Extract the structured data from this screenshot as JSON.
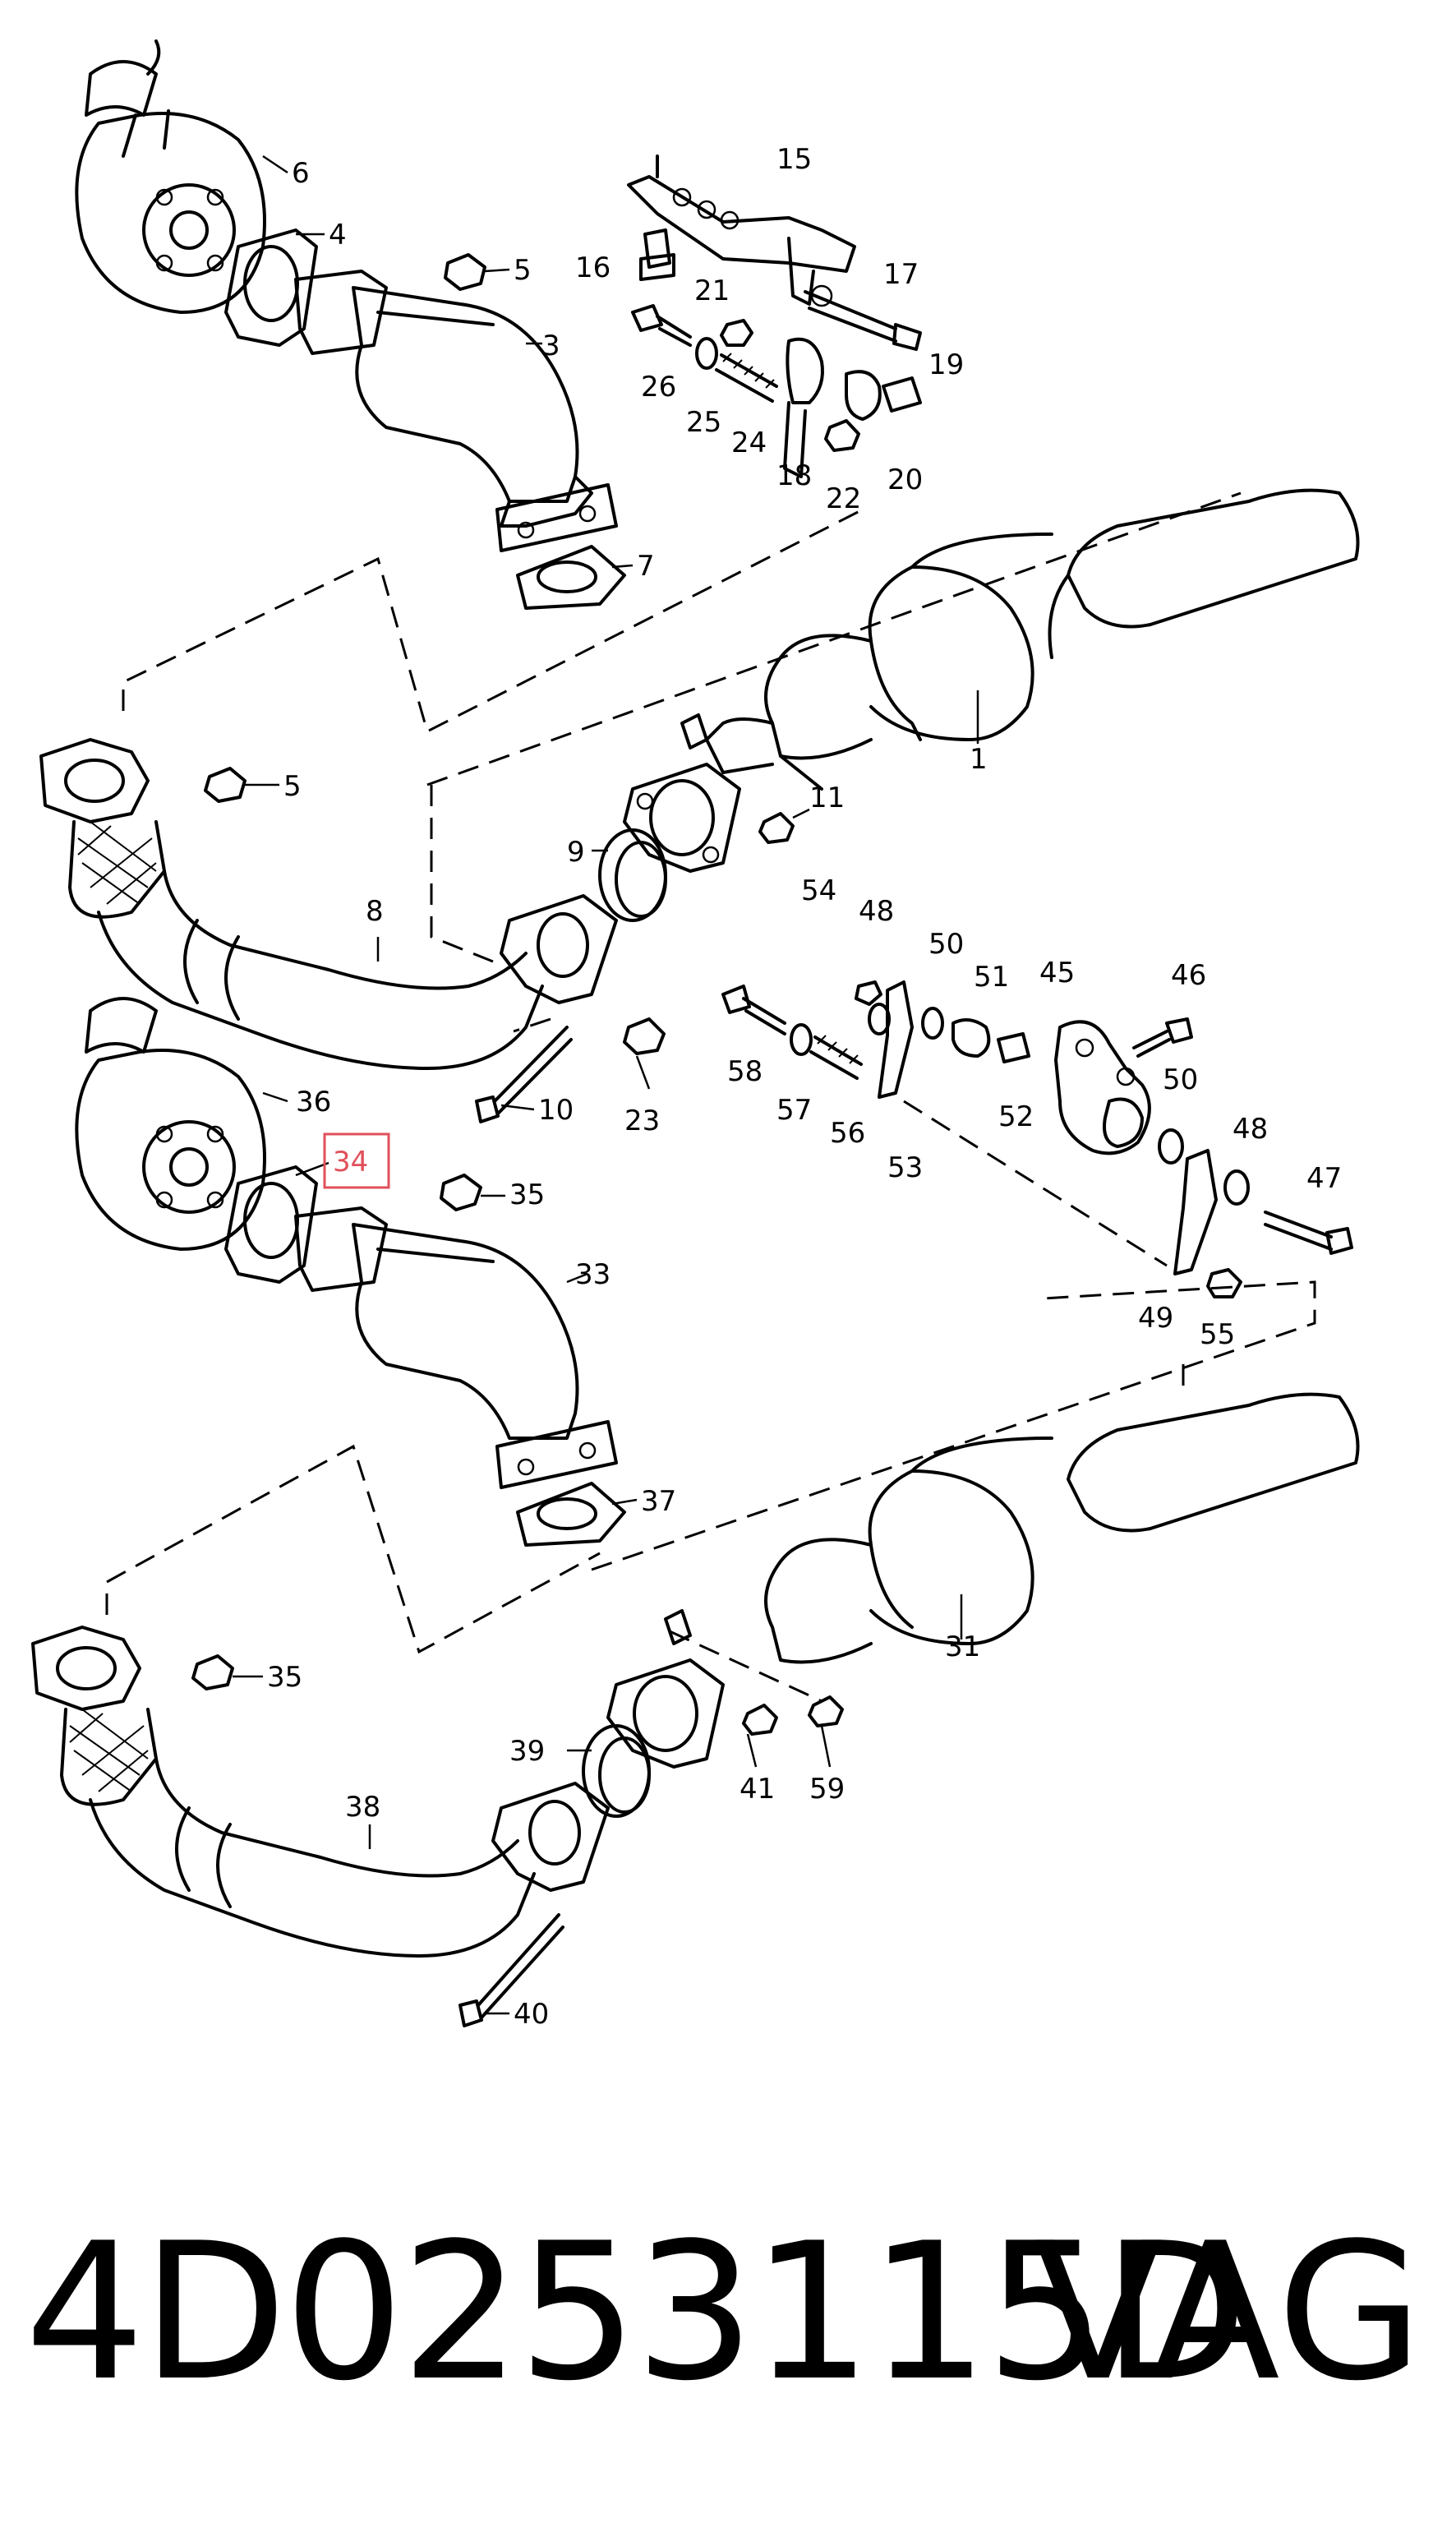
{
  "callouts": {
    "c1": "1",
    "c3": "3",
    "c4": "4",
    "c5a": "5",
    "c5b": "5",
    "c6": "6",
    "c7": "7",
    "c8": "8",
    "c9": "9",
    "c10": "10",
    "c11": "11",
    "c15": "15",
    "c16": "16",
    "c17": "17",
    "c18": "18",
    "c19": "19",
    "c20": "20",
    "c21": "21",
    "c22": "22",
    "c23": "23",
    "c24": "24",
    "c25": "25",
    "c26": "26",
    "c31": "31",
    "c33": "33",
    "c34": "34",
    "c35a": "35",
    "c35b": "35",
    "c36": "36",
    "c37": "37",
    "c38": "38",
    "c39": "39",
    "c40": "40",
    "c41": "41",
    "c45": "45",
    "c46": "46",
    "c47": "47",
    "c48a": "48",
    "c48b": "48",
    "c49": "49",
    "c50a": "50",
    "c50b": "50",
    "c51": "51",
    "c52": "52",
    "c53": "53",
    "c54": "54",
    "c55": "55",
    "c56": "56",
    "c57": "57",
    "c58": "58",
    "c59": "59"
  },
  "highlighted_callout": "34",
  "highlight_color": "#e0505a",
  "footer": {
    "part_number": "4D0253115D",
    "brand": "VAG"
  }
}
